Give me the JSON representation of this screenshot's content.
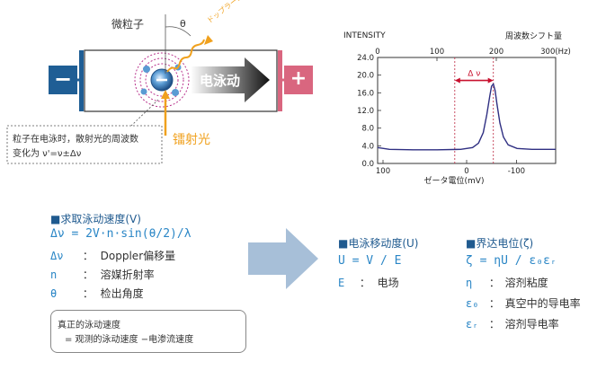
{
  "top_diagram": {
    "particle_label": "微粒子",
    "theta": "θ",
    "doppler": "ドップラーシフト",
    "electrophoresis": "电泳动",
    "laser": "镭射光",
    "minus": "−",
    "plus": "+",
    "note_line1": "粒子在电泳时，散射光的周波数",
    "note_line2": "变化为 ν'=ν±Δν",
    "colors": {
      "electrode_blue": "#1f5e95",
      "electrode_pink": "#d9667f",
      "arrow_dark": "#111111",
      "laser_orange": "#f0a11e"
    }
  },
  "chart_data": {
    "type": "line",
    "title": "",
    "ylabel": "INTENSITY",
    "top_axis_label": "周波数シフト量",
    "xlabel": "ゼータ電位(mV)",
    "top_ticks": [
      "0",
      "100",
      "200",
      "300(Hz)"
    ],
    "bottom_ticks": [
      "100",
      "0",
      "-100"
    ],
    "y_ticks": [
      "0.0",
      "4.0",
      "8.0",
      "12.0",
      "16.0",
      "20.0",
      "24.0"
    ],
    "ylim": [
      0,
      24
    ],
    "xlim_hz": [
      0,
      300
    ],
    "delta_label": "Δ ν",
    "marker_lines_hz": [
      130,
      195
    ],
    "series": [
      {
        "x": [
          0,
          20,
          60,
          100,
          140,
          160,
          170,
          178,
          184,
          189,
          192,
          195,
          198,
          201,
          206,
          212,
          220,
          235,
          260,
          300
        ],
        "y": [
          3.6,
          3.2,
          3.1,
          3.1,
          3.2,
          3.6,
          4.6,
          7.0,
          11.0,
          15.2,
          17.5,
          18.0,
          16.5,
          13.5,
          9.2,
          6.0,
          4.2,
          3.4,
          3.2,
          3.2
        ]
      }
    ],
    "colors": {
      "line": "#2f2f82",
      "marker": "#c23b52",
      "delta_arrow": "#c8102e"
    }
  },
  "left": {
    "title": "■求取泳动速度(V)",
    "formula": "Δν = 2V·n·sin(θ/2)/λ",
    "def1_sym": "Δν",
    "def1_sep": "：",
    "def1_text": "Doppler偏移量",
    "def2_sym": "n",
    "def2_sep": "：",
    "def2_text": "溶媒折射率",
    "def3_sym": "θ",
    "def3_sep": "：",
    "def3_text": "检出角度",
    "note1": "真正的泳动速度",
    "note2": "= 观测的泳动速度 −电渗流速度"
  },
  "middle": {
    "title": "■电泳移动度(U)",
    "formula": "U = V / E",
    "def_sym": "E",
    "def_sep": "：",
    "def_text": "电场"
  },
  "right": {
    "title": "■界达电位(ζ)",
    "formula": "ζ = ηU / ε₀εᵣ",
    "def1_sym": "η",
    "def1_sep": "：",
    "def1_text": "溶剂粘度",
    "def2_sym": "ε₀",
    "def2_sep": "：",
    "def2_text": "真空中的导电率",
    "def3_sym": "εᵣ",
    "def3_sep": "：",
    "def3_text": "溶剂导电率"
  },
  "colors": {
    "arrow_fill": "#a7bfd8",
    "heading": "#1f5a8f",
    "formula": "#2a86c6"
  }
}
